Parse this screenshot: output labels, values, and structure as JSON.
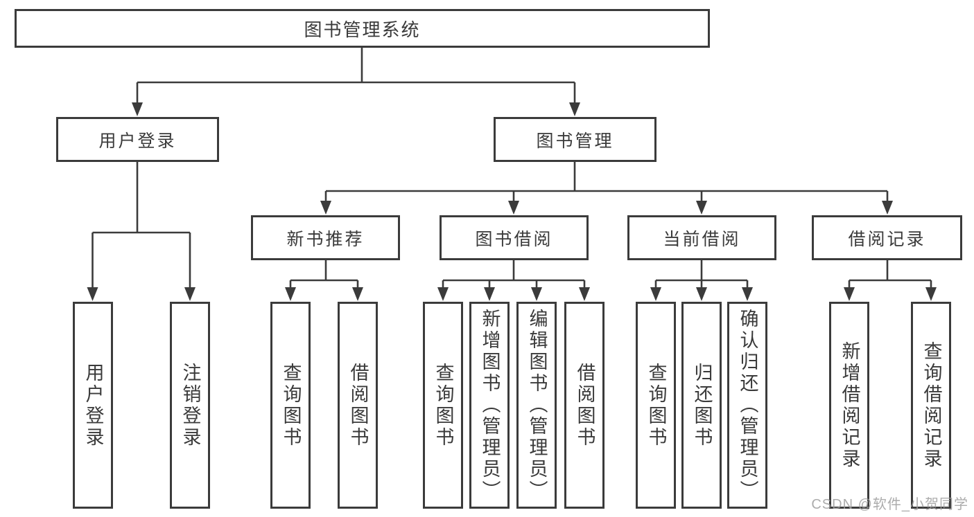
{
  "diagram": {
    "root": {
      "label": "图书管理系统",
      "children": [
        {
          "label": "用户登录",
          "children": [
            {
              "label": "用户登录"
            },
            {
              "label": "注销登录"
            }
          ]
        },
        {
          "label": "图书管理",
          "children": [
            {
              "label": "新书推荐",
              "children": [
                {
                  "label": "查询图书"
                },
                {
                  "label": "借阅图书"
                }
              ]
            },
            {
              "label": "图书借阅",
              "children": [
                {
                  "label": "查询图书"
                },
                {
                  "label": "新增图书（管理员）"
                },
                {
                  "label": "编辑图书（管理员）"
                },
                {
                  "label": "借阅图书"
                }
              ]
            },
            {
              "label": "当前借阅",
              "children": [
                {
                  "label": "查询图书"
                },
                {
                  "label": "归还图书"
                },
                {
                  "label": "确认归还（管理员）"
                }
              ]
            },
            {
              "label": "借阅记录",
              "children": [
                {
                  "label": "新增借阅记录"
                },
                {
                  "label": "查询借阅记录"
                }
              ]
            }
          ]
        }
      ]
    }
  },
  "watermark": {
    "text": "CSDN @软件_小贺同学"
  },
  "colors": {
    "line": "#3b3b3b",
    "text": "#3a3a3a",
    "background": "#ffffff",
    "watermark": "#9e9e9e"
  }
}
